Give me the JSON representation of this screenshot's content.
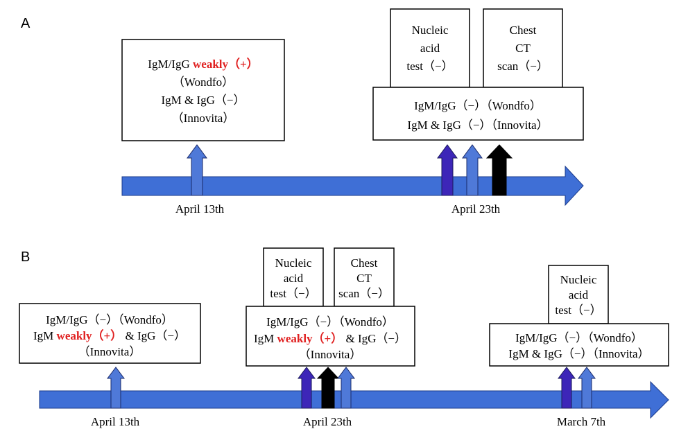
{
  "colors": {
    "timeline": "#3f6fd6",
    "arrow_blue": "#4f79d8",
    "arrow_purple": "#3d26b8",
    "arrow_black": "#000000",
    "highlight": "#e02020"
  },
  "panelA": {
    "label": "A",
    "box1": {
      "l1a": "IgM/IgG ",
      "l1b": "weakly（+）",
      "l2": "（Wondfo）",
      "l3": "IgM & IgG（−）",
      "l4": "（Innovita）"
    },
    "nucleic": {
      "l1": "Nucleic",
      "l2": "acid",
      "l3": "test（−）"
    },
    "chest": {
      "l1": "Chest",
      "l2": "CT",
      "l3": "scan（−）"
    },
    "box2": {
      "l1": "IgM/IgG（−）（Wondfo）",
      "l2": "IgM & IgG（−）（Innovita）"
    },
    "date1": "April 13th",
    "date2": "April 23th"
  },
  "panelB": {
    "label": "B",
    "box1": {
      "l1": "IgM/IgG（−）（Wondfo）",
      "l2a": "IgM ",
      "l2b": "weakly（+）",
      "l2c": " & IgG（−）",
      "l3": "（Innovita）"
    },
    "nucleic": {
      "l1": "Nucleic",
      "l2": "acid",
      "l3": "test（−）"
    },
    "chest": {
      "l1": "Chest",
      "l2": "CT",
      "l3": "scan（−）"
    },
    "box2": {
      "l1": "IgM/IgG（−）（Wondfo）",
      "l2a": "IgM ",
      "l2b": "weakly（+）",
      "l2c": " & IgG（−）",
      "l3": "（Innovita）"
    },
    "nucleic2": {
      "l1": "Nucleic",
      "l2": "acid",
      "l3": "test（−）"
    },
    "box3": {
      "l1": "IgM/IgG（−）（Wondfo）",
      "l2": "IgM & IgG（−）（Innovita）"
    },
    "date1": "April 13th",
    "date2": "April 23th",
    "date3": "March 7th"
  }
}
